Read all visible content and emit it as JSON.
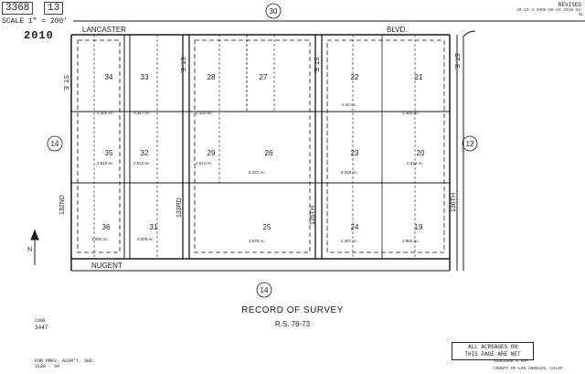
{
  "header": {
    "book": "3368",
    "page": "13",
    "scale": "SCALE 1\" = 200'",
    "year": "2010",
    "revised_label": "REVISED",
    "revised_codes": "10-15-3   2009-08-10   2010-01-41"
  },
  "streets": {
    "top_left": "LANCASTER",
    "top_right": "BLVD.",
    "bottom": "NUGENT",
    "st_e_1": "ST. E.",
    "st_e_2": "ST. E.",
    "st_e_3": "ST. E.",
    "st_e_4": "ST. E.",
    "st_132": "132ND",
    "st_133": "133RD",
    "st_135": "135TH",
    "st_136": "136TH"
  },
  "sections": {
    "top": "30",
    "left": "14",
    "right": "12",
    "bottom": "14"
  },
  "parcels": [
    {
      "no": "34",
      "area": "2.325 Ac."
    },
    {
      "no": "33",
      "area": "2.317 Ac."
    },
    {
      "no": "28",
      "area": "2.322 Ac."
    },
    {
      "no": "27",
      "area": ""
    },
    {
      "no": "22",
      "area": "2.40 Ac."
    },
    {
      "no": "21",
      "area": "2.360 Ac."
    },
    {
      "no": "35",
      "area": "2.610 Ac."
    },
    {
      "no": "32",
      "area": "2.612 Ac."
    },
    {
      "no": "29",
      "area": "2.612 Ac."
    },
    {
      "no": "26",
      "area": "5.237 Ac."
    },
    {
      "no": "23",
      "area": "5.203 Ac."
    },
    {
      "no": "20",
      "area": "2.612 Ac."
    },
    {
      "no": "36",
      "area": "3.000 Ac."
    },
    {
      "no": "31",
      "area": "3.000 Ac."
    },
    {
      "no": "25",
      "area": "4.578 Ac."
    },
    {
      "no": "24",
      "area": "4.467 Ac."
    },
    {
      "no": "19",
      "area": "2.960 Ac."
    }
  ],
  "title": "RECORD OF SURVEY",
  "rs_ref": "R.S. 76-73",
  "code_label": "CODE",
  "code_value": "3447",
  "prev_note_1": "FOR PREV. ASSM'T. SEE:",
  "prev_note_2": "3188 - 34",
  "acreage_note_1": "ALL ACREAGES ON",
  "acreage_note_2": "THIS PAGE ARE NET",
  "footer_1": "ASSESSOR'S MAP",
  "footer_2": "COUNTY OF LOS ANGELES, CALIF.",
  "north_label": "N",
  "colors": {
    "ink": "#1a1a1a",
    "paper": "#ffffff"
  }
}
